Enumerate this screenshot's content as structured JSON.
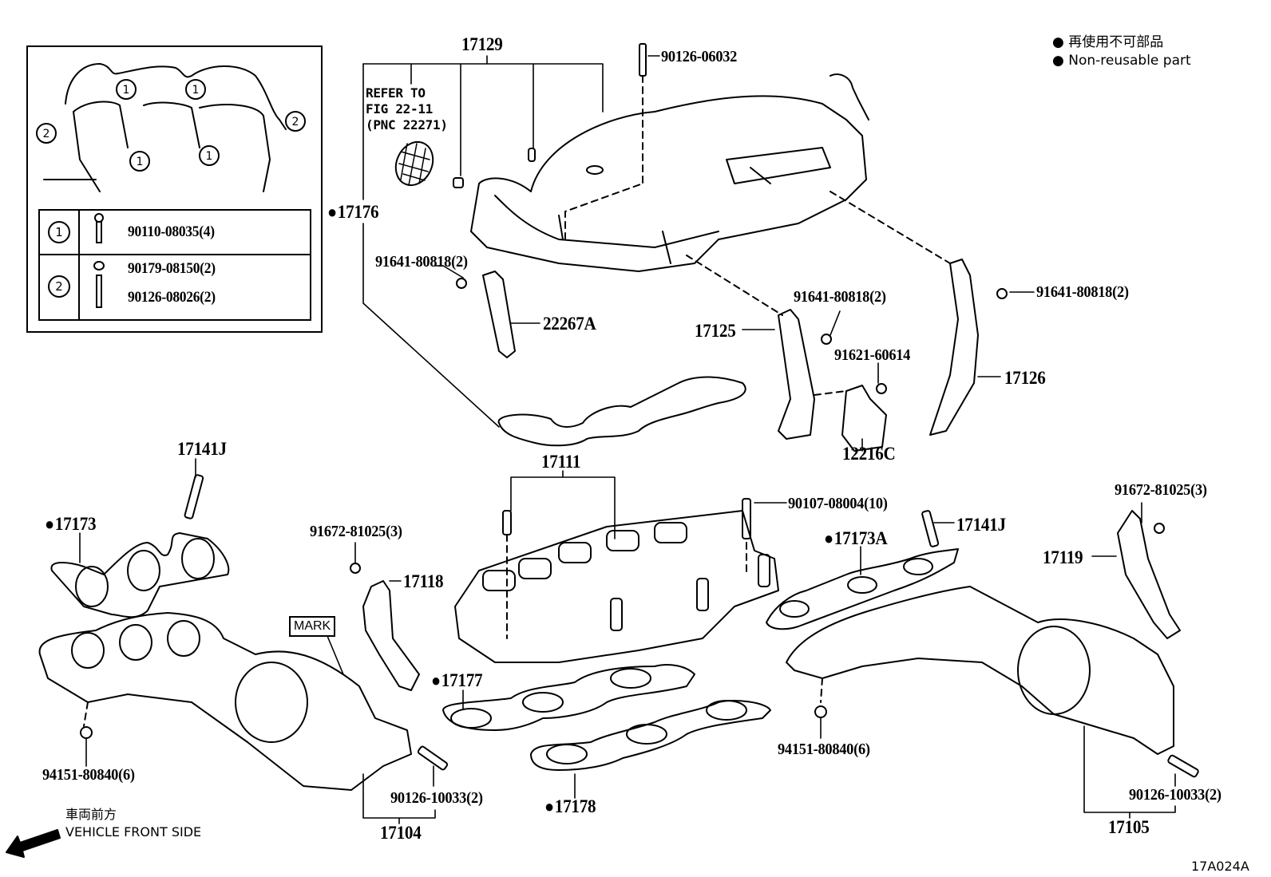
{
  "legend": {
    "jp": "再使用不可部品",
    "en": "Non-reusable part",
    "marker": "●"
  },
  "inset": {
    "callouts": [
      "1",
      "1",
      "1",
      "1",
      "2",
      "2"
    ],
    "table": [
      {
        "key": "1",
        "parts": [
          "90110-08035(4)"
        ]
      },
      {
        "key": "2",
        "parts": [
          "90179-08150(2)",
          "90126-08026(2)"
        ]
      }
    ]
  },
  "refer": {
    "line1": "REFER TO",
    "line2": "FIG 22-11",
    "line3": "(PNC 22271)"
  },
  "labels": {
    "p17129": "17129",
    "p90126_06032": "90126-06032",
    "p17176": "17176",
    "p91641_a": "91641-80818(2)",
    "p22267A": "22267A",
    "p17125": "17125",
    "p91641_b": "91641-80818(2)",
    "p91621": "91621-60614",
    "p12216C": "12216C",
    "p91641_c": "91641-80818(2)",
    "p17126": "17126",
    "p17141J_l": "17141J",
    "p17173": "17173",
    "p91672_l": "91672-81025(3)",
    "p17118": "17118",
    "mark": "MARK",
    "p17111": "17111",
    "p90107": "90107-08004(10)",
    "p17173A": "17173A",
    "p17141J_r": "17141J",
    "p91672_r": "91672-81025(3)",
    "p17119": "17119",
    "p17177": "17177",
    "p17178": "17178",
    "p94151_l": "94151-80840(6)",
    "p94151_r": "94151-80840(6)",
    "p90126_10033_l": "90126-10033(2)",
    "p90126_10033_r": "90126-10033(2)",
    "p17104": "17104",
    "p17105": "17105"
  },
  "nonreusable": [
    "17176",
    "17173",
    "17173A",
    "17177",
    "17178"
  ],
  "direction": {
    "jp": "車両前方",
    "en": "VEHICLE FRONT SIDE"
  },
  "figure_id": "17A024A"
}
